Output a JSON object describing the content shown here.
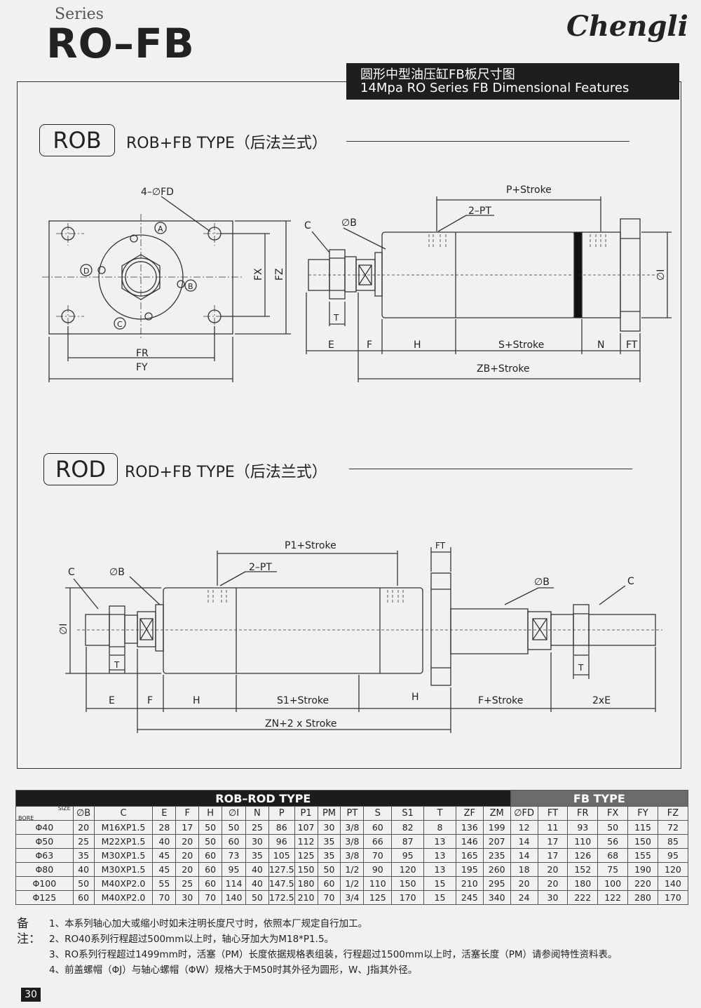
{
  "header": {
    "series": "Series",
    "model": "RO–FB",
    "brand": "Chengli",
    "banner_cn": "圆形中型油压缸FB板尺寸图",
    "banner_en": "14Mpa RO Series FB Dimensional Features"
  },
  "rob": {
    "tag": "ROB",
    "title": "ROB+FB TYPE（后法兰式）",
    "labels": {
      "fd": "4–∅FD",
      "a": "A",
      "b": "B",
      "c_port": "C",
      "d": "D",
      "fx": "FX",
      "fz": "FZ",
      "fr": "FR",
      "fy": "FY",
      "c": "C",
      "ob": "∅B",
      "pt": "2–PT",
      "p_stroke": "P+Stroke",
      "t": "T",
      "oi": "∅I",
      "e": "E",
      "f": "F",
      "h": "H",
      "s_stroke": "S+Stroke",
      "n": "N",
      "ft": "FT",
      "zb_stroke": "ZB+Stroke"
    }
  },
  "rod": {
    "tag": "ROD",
    "title": "ROD+FB TYPE（后法兰式）",
    "labels": {
      "p1_stroke": "P1+Stroke",
      "pt": "2–PT",
      "ft": "FT",
      "c": "C",
      "ob": "∅B",
      "c2": "C",
      "ob2": "∅B",
      "oi": "∅I",
      "t": "T",
      "t2": "T",
      "e": "E",
      "f": "F",
      "h": "H",
      "s1_stroke": "S1+Stroke",
      "h2": "H",
      "f_stroke": "F+Stroke",
      "two_e": "2xE",
      "zn": "ZN+2 x Stroke"
    }
  },
  "table": {
    "group_left": "ROB–ROD  TYPE",
    "group_right": "FB    TYPE",
    "corner_size": "SIZE",
    "corner_bore": "BORE",
    "columns": [
      "∅B",
      "C",
      "E",
      "F",
      "H",
      "∅I",
      "N",
      "P",
      "P1",
      "PM",
      "PT",
      "S",
      "S1",
      "T",
      "ZF",
      "ZM",
      "∅FD",
      "FT",
      "FR",
      "FX",
      "FY",
      "FZ"
    ],
    "rows": [
      [
        "Φ40",
        "20",
        "M16XP1.5",
        "28",
        "17",
        "50",
        "50",
        "25",
        "86",
        "107",
        "30",
        "3/8",
        "60",
        "82",
        "8",
        "136",
        "199",
        "12",
        "11",
        "93",
        "50",
        "115",
        "72"
      ],
      [
        "Φ50",
        "25",
        "M22XP1.5",
        "40",
        "20",
        "50",
        "60",
        "30",
        "96",
        "112",
        "35",
        "3/8",
        "66",
        "87",
        "13",
        "146",
        "207",
        "14",
        "17",
        "110",
        "56",
        "150",
        "85"
      ],
      [
        "Φ63",
        "35",
        "M30XP1.5",
        "45",
        "20",
        "60",
        "73",
        "35",
        "105",
        "125",
        "35",
        "3/8",
        "70",
        "95",
        "13",
        "165",
        "235",
        "14",
        "17",
        "126",
        "68",
        "155",
        "95"
      ],
      [
        "Φ80",
        "40",
        "M30XP1.5",
        "45",
        "20",
        "60",
        "95",
        "40",
        "127.5",
        "150",
        "50",
        "1/2",
        "90",
        "120",
        "13",
        "195",
        "260",
        "18",
        "20",
        "152",
        "75",
        "190",
        "120"
      ],
      [
        "Φ100",
        "50",
        "M40XP2.0",
        "55",
        "25",
        "60",
        "114",
        "40",
        "147.5",
        "180",
        "60",
        "1/2",
        "110",
        "150",
        "15",
        "210",
        "295",
        "20",
        "20",
        "180",
        "100",
        "220",
        "140"
      ],
      [
        "Φ125",
        "60",
        "M40XP2.0",
        "70",
        "30",
        "70",
        "140",
        "50",
        "172.5",
        "210",
        "70",
        "3/4",
        "125",
        "170",
        "15",
        "245",
        "340",
        "24",
        "30",
        "222",
        "122",
        "280",
        "170"
      ]
    ]
  },
  "notes": {
    "lead": "备注：",
    "items": [
      "1、本系列轴心加大或缩小时如未注明长度尺寸时，依照本厂规定自行加工。",
      "2、RO40系列行程超过500mm以上时，轴心牙加大为M18*P1.5。",
      "3、RO系列行程超过1499mm时，活塞（PM）长度依据规格表组装，行程超过1500mm以上时，活塞长度（PM）请参阅特性资料表。",
      "4、前盖螺帽（ΦJ）与轴心螺帽（ΦW）规格大于M50时其外径为圆形，W、J指其外径。"
    ]
  },
  "page_number": "30"
}
